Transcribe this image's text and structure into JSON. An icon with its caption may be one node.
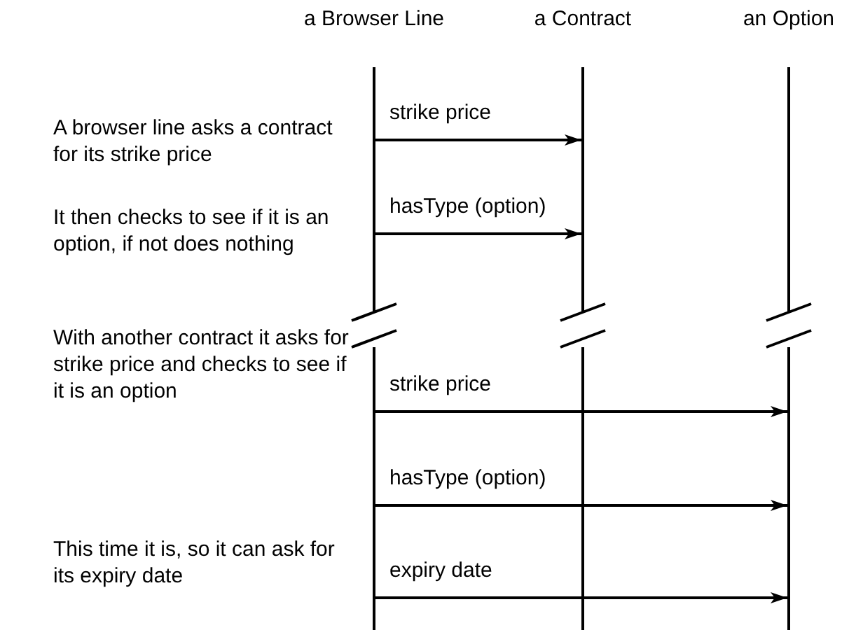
{
  "diagram": {
    "nodes": [
      {
        "text": [
          "a Browser Line"
        ]
      },
      {
        "text": [
          "a Contract"
        ]
      },
      {
        "text": [
          "an Option"
        ]
      }
    ],
    "edges": [
      {
        "from": 0,
        "to": 1,
        "arrow": "to",
        "label": "strike price"
      },
      {
        "from": 0,
        "to": 1,
        "arrow": "to",
        "label": "hasType (option)"
      },
      {
        "from": 0,
        "to": 2,
        "arrow": "to",
        "label": "strike price"
      },
      {
        "from": 0,
        "to": 2,
        "arrow": "to",
        "label": "hasType (option)"
      },
      {
        "from": 0,
        "to": 2,
        "arrow": "to",
        "label": "expiry date"
      }
    ],
    "labels": [
      "A browser line asks a contract for its strike price",
      "It then checks to see if it is an option, if not does nothing",
      "With another contract it asks for strike price and checks to see if it is an option",
      "This time it is, so it can ask for its expiry date"
    ]
  }
}
